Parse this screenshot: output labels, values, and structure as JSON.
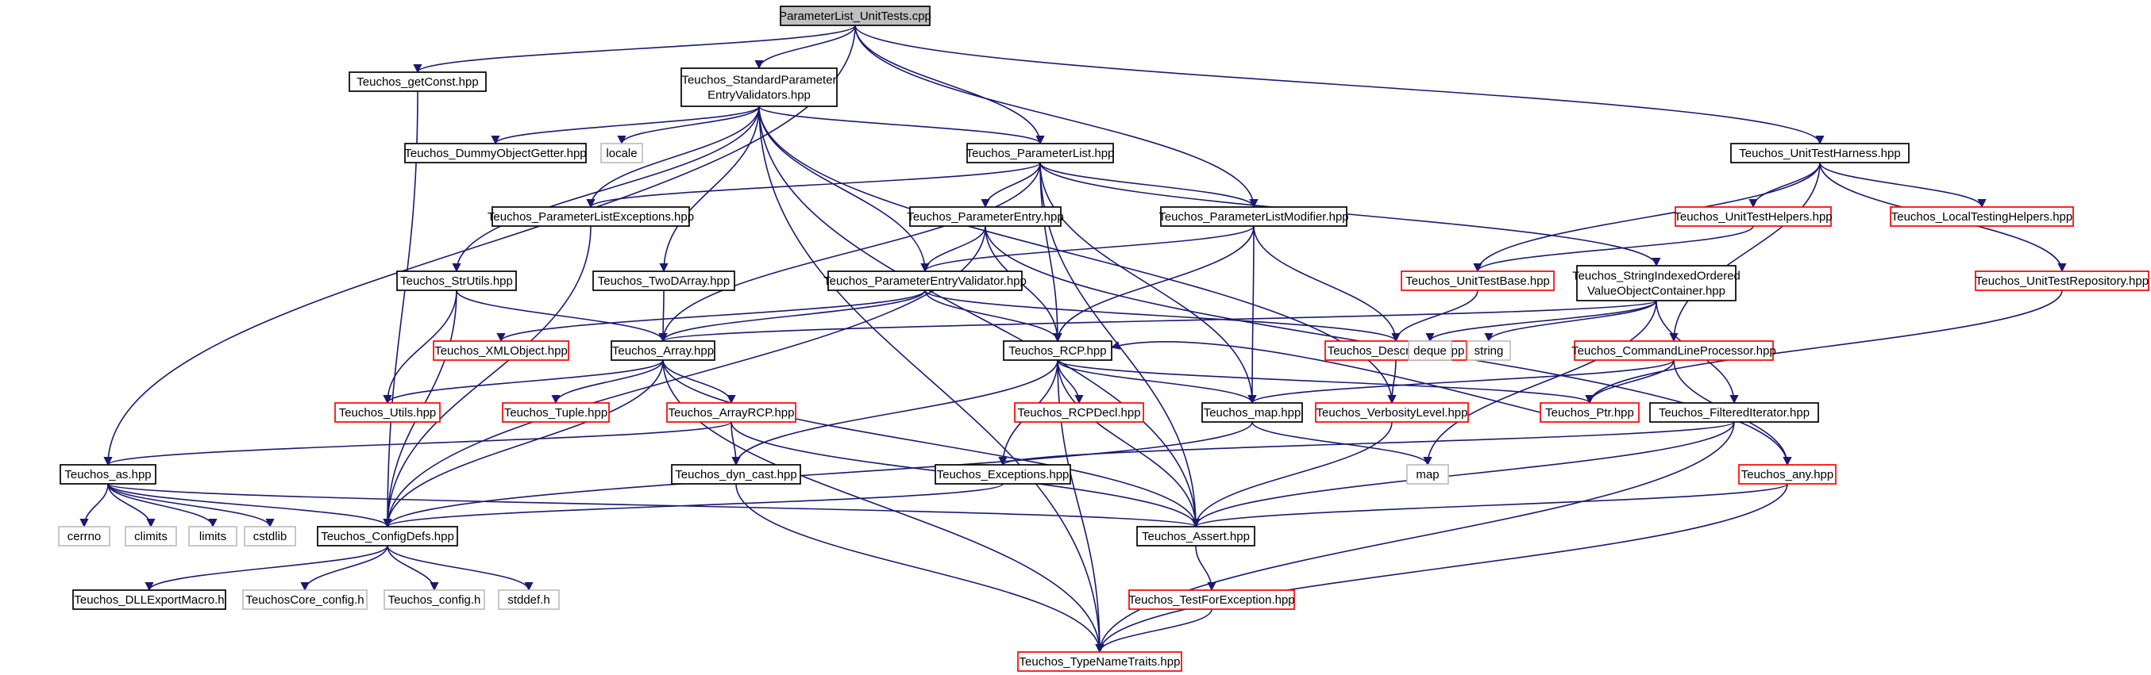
{
  "colors": {
    "edge": "#191970",
    "root_fill": "#bfbfbf",
    "border_black": "#000000",
    "border_red": "#ff0000",
    "border_gray": "#bfbfbf",
    "fill": "#ffffff"
  },
  "nodes": [
    {
      "id": "root",
      "label": "ParameterList_UnitTests.cpp",
      "style": "root"
    },
    {
      "id": "getconst",
      "label": "Teuchos_getConst.hpp",
      "style": "black"
    },
    {
      "id": "spev",
      "lines": [
        "Teuchos_StandardParameter",
        "EntryValidators.hpp"
      ],
      "style": "black"
    },
    {
      "id": "uth",
      "label": "Teuchos_UnitTestHarness.hpp",
      "style": "black"
    },
    {
      "id": "dog",
      "label": "Teuchos_DummyObjectGetter.hpp",
      "style": "black"
    },
    {
      "id": "locale",
      "label": "locale",
      "style": "gray"
    },
    {
      "id": "plist",
      "label": "Teuchos_ParameterList.hpp",
      "style": "black"
    },
    {
      "id": "ple",
      "label": "Teuchos_ParameterListExceptions.hpp",
      "style": "black"
    },
    {
      "id": "pe",
      "label": "Teuchos_ParameterEntry.hpp",
      "style": "black"
    },
    {
      "id": "plm",
      "label": "Teuchos_ParameterListModifier.hpp",
      "style": "black"
    },
    {
      "id": "uthelp",
      "label": "Teuchos_UnitTestHelpers.hpp",
      "style": "red"
    },
    {
      "id": "lth",
      "label": "Teuchos_LocalTestingHelpers.hpp",
      "style": "red"
    },
    {
      "id": "strutils",
      "label": "Teuchos_StrUtils.hpp",
      "style": "black"
    },
    {
      "id": "twod",
      "label": "Teuchos_TwoDArray.hpp",
      "style": "black"
    },
    {
      "id": "pev",
      "label": "Teuchos_ParameterEntryValidator.hpp",
      "style": "black"
    },
    {
      "id": "utb",
      "label": "Teuchos_UnitTestBase.hpp",
      "style": "red"
    },
    {
      "id": "sio",
      "lines": [
        "Teuchos_StringIndexedOrdered",
        "ValueObjectContainer.hpp"
      ],
      "style": "black"
    },
    {
      "id": "utr",
      "label": "Teuchos_UnitTestRepository.hpp",
      "style": "red"
    },
    {
      "id": "xml",
      "label": "Teuchos_XMLObject.hpp",
      "style": "red"
    },
    {
      "id": "array",
      "label": "Teuchos_Array.hpp",
      "style": "black"
    },
    {
      "id": "rcp",
      "label": "Teuchos_RCP.hpp",
      "style": "black"
    },
    {
      "id": "desc",
      "label": "Teuchos_Describable.hpp",
      "style": "red"
    },
    {
      "id": "deque",
      "label": "deque",
      "style": "gray"
    },
    {
      "id": "string",
      "label": "string",
      "style": "gray"
    },
    {
      "id": "clp",
      "label": "Teuchos_CommandLineProcessor.hpp",
      "style": "red"
    },
    {
      "id": "utils",
      "label": "Teuchos_Utils.hpp",
      "style": "red"
    },
    {
      "id": "tuple",
      "label": "Teuchos_Tuple.hpp",
      "style": "red"
    },
    {
      "id": "arcp",
      "label": "Teuchos_ArrayRCP.hpp",
      "style": "red"
    },
    {
      "id": "rcpdecl",
      "label": "Teuchos_RCPDecl.hpp",
      "style": "red"
    },
    {
      "id": "map",
      "label": "Teuchos_map.hpp",
      "style": "black"
    },
    {
      "id": "verb",
      "label": "Teuchos_VerbosityLevel.hpp",
      "style": "red"
    },
    {
      "id": "ptr",
      "label": "Teuchos_Ptr.hpp",
      "style": "red"
    },
    {
      "id": "fi",
      "label": "Teuchos_FilteredIterator.hpp",
      "style": "black"
    },
    {
      "id": "as",
      "label": "Teuchos_as.hpp",
      "style": "black"
    },
    {
      "id": "dyn",
      "label": "Teuchos_dyn_cast.hpp",
      "style": "black"
    },
    {
      "id": "exc",
      "label": "Teuchos_Exceptions.hpp",
      "style": "black"
    },
    {
      "id": "stdmap",
      "label": "map",
      "style": "gray"
    },
    {
      "id": "any",
      "label": "Teuchos_any.hpp",
      "style": "red"
    },
    {
      "id": "cerrno",
      "label": "cerrno",
      "style": "gray"
    },
    {
      "id": "climits",
      "label": "climits",
      "style": "gray"
    },
    {
      "id": "limits",
      "label": "limits",
      "style": "gray"
    },
    {
      "id": "cstdlib",
      "label": "cstdlib",
      "style": "gray"
    },
    {
      "id": "configdefs",
      "label": "Teuchos_ConfigDefs.hpp",
      "style": "black"
    },
    {
      "id": "assert",
      "label": "Teuchos_Assert.hpp",
      "style": "black"
    },
    {
      "id": "dll",
      "label": "Teuchos_DLLExportMacro.h",
      "style": "black"
    },
    {
      "id": "coreconfig",
      "label": "TeuchosCore_config.h",
      "style": "gray"
    },
    {
      "id": "config",
      "label": "Teuchos_config.h",
      "style": "gray"
    },
    {
      "id": "stddef",
      "label": "stddef.h",
      "style": "gray"
    },
    {
      "id": "tfe",
      "label": "Teuchos_TestForException.hpp",
      "style": "red"
    },
    {
      "id": "tnt",
      "label": "Teuchos_TypeNameTraits.hpp",
      "style": "red"
    }
  ],
  "edges": [
    [
      "root",
      "getconst"
    ],
    [
      "root",
      "spev"
    ],
    [
      "root",
      "as"
    ],
    [
      "root",
      "plist"
    ],
    [
      "root",
      "plm"
    ],
    [
      "root",
      "uth"
    ],
    [
      "getconst",
      "configdefs"
    ],
    [
      "spev",
      "dog"
    ],
    [
      "spev",
      "locale"
    ],
    [
      "spev",
      "plist"
    ],
    [
      "spev",
      "ple"
    ],
    [
      "spev",
      "strutils"
    ],
    [
      "spev",
      "twod"
    ],
    [
      "spev",
      "pev"
    ],
    [
      "spev",
      "verb"
    ],
    [
      "spev",
      "assert"
    ],
    [
      "spev",
      "tnt"
    ],
    [
      "plist",
      "ple"
    ],
    [
      "plist",
      "pe"
    ],
    [
      "plist",
      "plm"
    ],
    [
      "plist",
      "sio"
    ],
    [
      "plist",
      "array"
    ],
    [
      "plist",
      "rcp"
    ],
    [
      "plist",
      "map"
    ],
    [
      "plist",
      "assert"
    ],
    [
      "ple",
      "configdefs"
    ],
    [
      "pe",
      "pev"
    ],
    [
      "pe",
      "rcp"
    ],
    [
      "pe",
      "any"
    ],
    [
      "pe",
      "configdefs"
    ],
    [
      "plm",
      "pev"
    ],
    [
      "plm",
      "rcp"
    ],
    [
      "plm",
      "desc"
    ],
    [
      "plm",
      "map"
    ],
    [
      "uth",
      "uthelp"
    ],
    [
      "uth",
      "lth"
    ],
    [
      "uth",
      "utr"
    ],
    [
      "uth",
      "utb"
    ],
    [
      "uth",
      "clp"
    ],
    [
      "uthelp",
      "utb"
    ],
    [
      "utr",
      "ptr"
    ],
    [
      "utb",
      "desc"
    ],
    [
      "strutils",
      "array"
    ],
    [
      "strutils",
      "utils"
    ],
    [
      "strutils",
      "configdefs"
    ],
    [
      "twod",
      "array"
    ],
    [
      "pev",
      "xml"
    ],
    [
      "pev",
      "array"
    ],
    [
      "pev",
      "rcp"
    ],
    [
      "pev",
      "desc"
    ],
    [
      "sio",
      "array"
    ],
    [
      "sio",
      "deque"
    ],
    [
      "sio",
      "string"
    ],
    [
      "sio",
      "stdmap"
    ],
    [
      "sio",
      "fi"
    ],
    [
      "array",
      "utils"
    ],
    [
      "array",
      "tuple"
    ],
    [
      "array",
      "arcp"
    ],
    [
      "array",
      "configdefs"
    ],
    [
      "array",
      "assert"
    ],
    [
      "array",
      "tnt"
    ],
    [
      "arcp",
      "as"
    ],
    [
      "arcp",
      "dyn"
    ],
    [
      "arcp",
      "assert"
    ],
    [
      "rcp",
      "rcpdecl"
    ],
    [
      "rcp",
      "ptr"
    ],
    [
      "rcp",
      "map"
    ],
    [
      "rcp",
      "exc"
    ],
    [
      "rcp",
      "dyn"
    ],
    [
      "rcp",
      "assert"
    ],
    [
      "rcp",
      "tnt"
    ],
    [
      "ptr",
      "rcp"
    ],
    [
      "desc",
      "verb"
    ],
    [
      "verb",
      "assert"
    ],
    [
      "clp",
      "ptr"
    ],
    [
      "clp",
      "any"
    ],
    [
      "clp",
      "map"
    ],
    [
      "map",
      "stdmap"
    ],
    [
      "map",
      "configdefs"
    ],
    [
      "fi",
      "exc"
    ],
    [
      "fi",
      "assert"
    ],
    [
      "fi",
      "tnt"
    ],
    [
      "as",
      "cerrno"
    ],
    [
      "as",
      "climits"
    ],
    [
      "as",
      "limits"
    ],
    [
      "as",
      "cstdlib"
    ],
    [
      "as",
      "configdefs"
    ],
    [
      "as",
      "assert"
    ],
    [
      "dyn",
      "tnt"
    ],
    [
      "exc",
      "configdefs"
    ],
    [
      "any",
      "assert"
    ],
    [
      "any",
      "tnt"
    ],
    [
      "configdefs",
      "dll"
    ],
    [
      "configdefs",
      "coreconfig"
    ],
    [
      "configdefs",
      "config"
    ],
    [
      "configdefs",
      "stddef"
    ],
    [
      "assert",
      "tfe"
    ],
    [
      "tfe",
      "tnt"
    ]
  ]
}
